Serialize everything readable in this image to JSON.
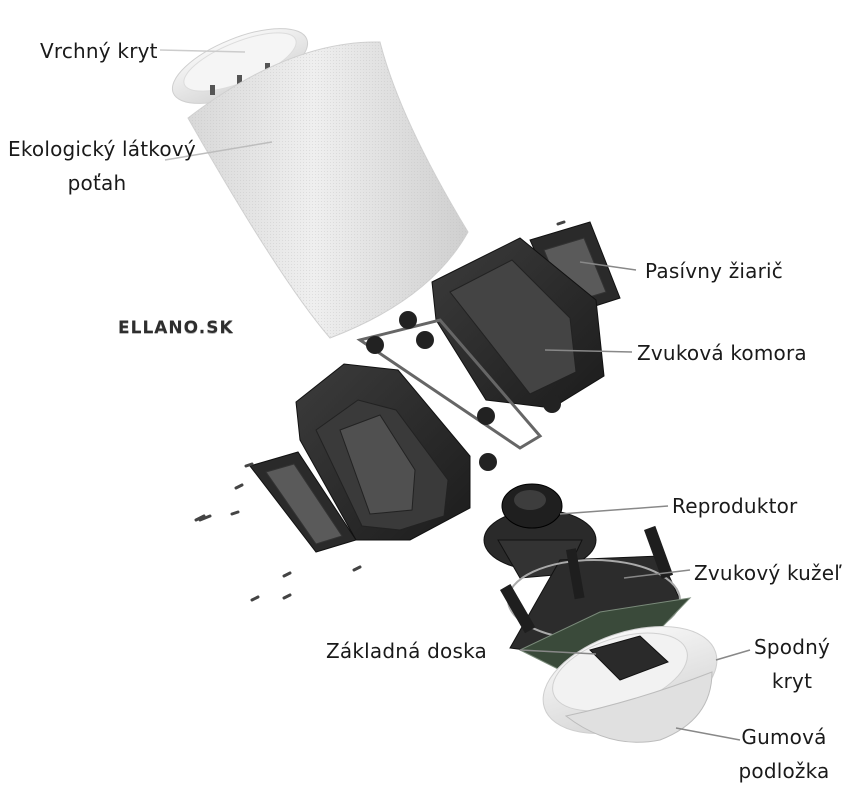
{
  "watermark": "ELLANO.SK",
  "labels": {
    "top_cover": "Vrchný kryt",
    "fabric_cover_line1": "Ekologický látkový",
    "fabric_cover_line2": "poťah",
    "passive_radiator": "Pasívny žiarič",
    "sound_chamber": "Zvuková komora",
    "speaker": "Reproduktor",
    "sound_cone": "Zvukový kužeľ",
    "main_board": "Základná doska",
    "bottom_cover_line1": "Spodný",
    "bottom_cover_line2": "kryt",
    "rubber_pad_line1": "Gumová",
    "rubber_pad_line2": "podložka"
  },
  "colors": {
    "fabric": "#e4e4e4",
    "housing": "#2b2b2b",
    "top_cover": "#ececec",
    "bottom_cover": "#e9e9e9"
  }
}
